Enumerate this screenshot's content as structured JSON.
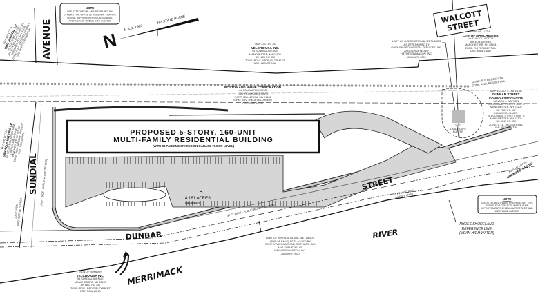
{
  "notes": {
    "top": {
      "title": "NOTE",
      "lines": [
        "SEE ATTACHED PLANS PREPARED BY",
        "OTHERS FOR OFF-SITE ROADWAY TRAFFIC",
        "SIGNAL IMPROVEMENTS ON SUNDIAL",
        "AVENUE AND QUEEN CITY AVENUE"
      ]
    },
    "right": {
      "title": "NOTE",
      "lines": [
        "SEE ATTACHED PLANS PREPARED BY THIS",
        "OFFICE FOR OFF-SITE WATER MAIN",
        "IMPROVEMENTS ON DUNBAR STREET AND",
        "WESTLAND AVENUE"
      ]
    }
  },
  "north_arrow": {
    "letter": "N",
    "datum_left": "N.A.D. 1983",
    "datum_right": "NH STATE PLANE"
  },
  "streets": {
    "avenue": "AVENUE",
    "sundial": "SUNDIAL",
    "sundial_width": "(50 FT WIDE - PUBLIC ACCEPTED 1978)",
    "walcott_1": "WALCOTT",
    "walcott_2": "STREET",
    "dunbar": "DUNBAR",
    "street": "STREET",
    "dunbar_width": "(50 FT WIDE - PUBLIC ACCEPTED 1978)",
    "merrimack": "MERRIMACK",
    "river": "RIVER"
  },
  "building": {
    "line1": "PROPOSED 5-STORY, 160-UNIT",
    "line2": "MULTI-FAMILY RESIDENTIAL BUILDING",
    "line3": "(WITH 98 PARKING SPACES ON GARAGE FLOOR LEVEL)"
  },
  "lot": {
    "label": "B",
    "acres": "4.161 ACRES",
    "sf": "(181,254 SF)"
  },
  "parcels": {
    "velcro_top": [
      "MAP 435  LOT 1A",
      "VELCRO USA INC.",
      "95 SUNDIAL AVENUE",
      "MANCHESTER, NH 03103",
      "BK 1822  PG 330",
      "ZONE: RDV : REDEVELOPMENT",
      "USE: INDUSTRIAL"
    ],
    "boston_maine": [
      "BOSTON AND MAINE CORPORATION",
      "c/o PAN AM RAILWAYS",
      "1700 IRON HORSE PARK",
      "NORTH BILLERICA, MA  01862",
      "ZONE: RDV : REDEVELOPMENT",
      "USE: RAILROAD"
    ],
    "city": [
      "MAP 441  LOT 4",
      "CITY OF MANCHESTER",
      "c/o TAX COLLECTOR",
      "908 ELM STREET",
      "MANCHESTER, NH 03101",
      "ZONE: R-3 RESIDENTIAL",
      "USE: RAW LAND"
    ],
    "condo": [
      "MAP 442  LOTS 16A & 16B",
      "DUNBAR STREET",
      "CONDO ASSOCIATION",
      "SANDRA J. WATSON",
      "263 DUNBAR STREET, UNIT A",
      "MANCHESTER, NH 03102",
      "BK 7631  PG 987",
      "NINA CYR-KILMER",
      "261 DUNBAR STREET, UNIT B",
      "MANCHESTER, NH 03102",
      "BK 8347  PG 850",
      "ZONE: R-1B - RESIDENTIAL",
      "USE: RESIDENTIAL"
    ],
    "smc": [
      "MAP 435  LOT 9",
      "SMC SUNDIAL LP",
      "c/o SOUTHWOOD ENT.",
      "100 SUNDIAL AVE, SUITE 501",
      "MANCHESTER, NH 03103",
      "ZONE: RDV - REDEVELOPMENT",
      "USE: OFFICE/RESEARCH"
    ],
    "snh": [
      "MAP 435  LOT 10",
      "SNH ACQUISITIONS LP",
      "c/o PEOPLE'S UNITED BANK",
      "100 SUNDIAL AVENUE",
      "MANCHESTER, NH 03103",
      "ZONE: RDV - REDEVELOPMENT",
      "USE: INDUSTRIAL"
    ],
    "velcro_bottom": [
      "(NO LOT NUMBER)",
      "VELCRO USA INC.",
      "95 SUNDIAL AVENUE",
      "MANCHESTER, NH 03103",
      "BK 1822  PG 330",
      "ZONE: RDV : REDEVELOPMENT",
      "USE: RAW LAND"
    ],
    "savoie": [
      "MAP 442  LOT 16",
      "NORMAND SAVOIE"
    ]
  },
  "annotations": {
    "wetlands_top": [
      "LIMIT OF JURISDICTIONAL WETLANDS",
      "AS DETERMINED BY",
      "GOVE ENVIRONMENTAL SERVICES, INC.",
      "AND SURVEYED BY",
      "HAYNER/SWANSON, INC.",
      "JANUARY 2020"
    ],
    "wetlands_bottom": [
      "LIMIT OF JURISDICTIONAL WETLANDS",
      "(TOP OF BANK) AS FLAGGED BY",
      "GOVE ENVIRONMENTAL SERVICES, INC.",
      "AND SURVEYED BY",
      "HAYNER/SWANSON, INC.",
      "JANUARY 2020"
    ],
    "shoreland": [
      "NHDES SHORELAND",
      "REFERENCE LINE",
      "(MEAN HIGH WATER)"
    ],
    "landscape_buffer": [
      "20 FT",
      "LANDSCAPE",
      "BUFFER"
    ],
    "wetland_buffer": [
      "25 FT WETLAND",
      "BUFFER (TYP)"
    ],
    "zone_r3": "ZONE: R-3, RESIDENTIAL",
    "zone_r1b": "ZONE: R-1B, RESIDENTIAL",
    "sundial_buffer": [
      "20 FT WIDE",
      "PROTECTIVE BUFFER"
    ]
  }
}
